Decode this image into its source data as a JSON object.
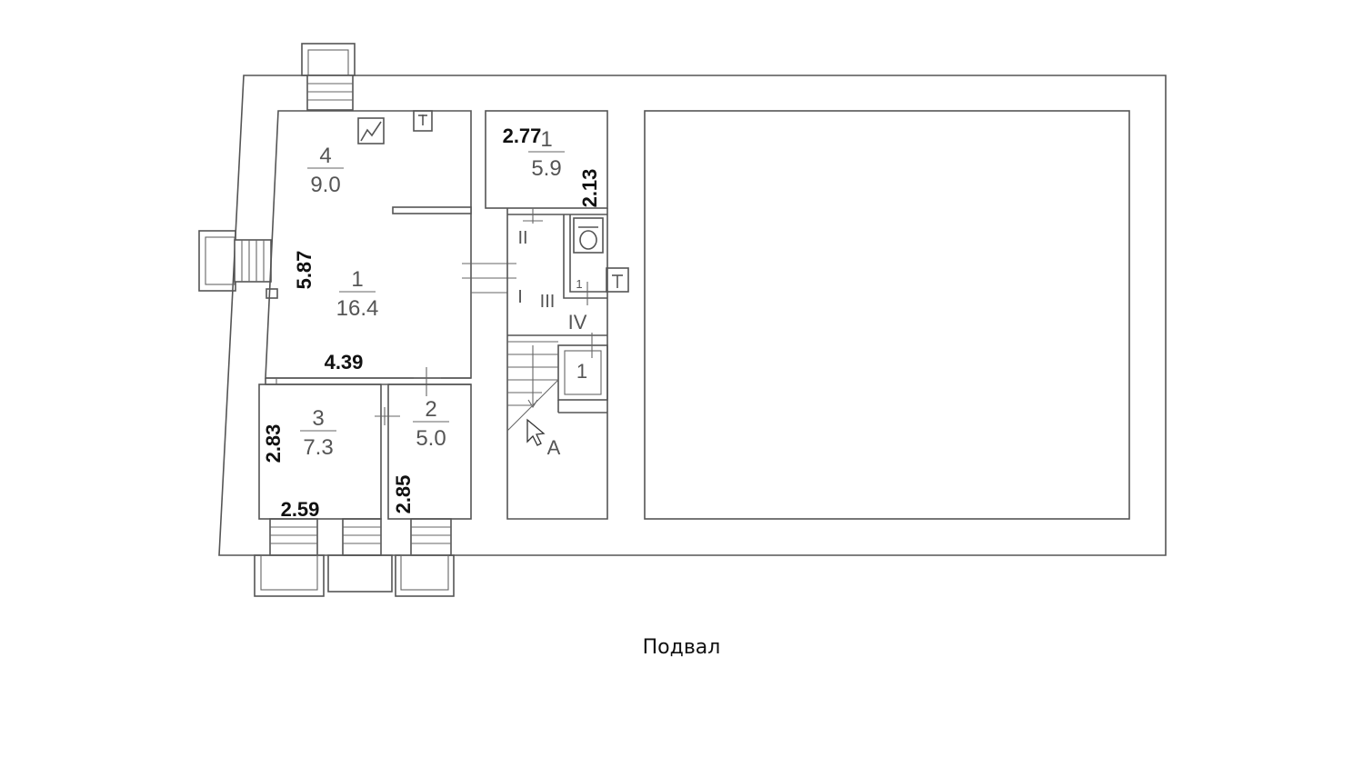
{
  "floor_title": "Подвал",
  "rooms": [
    {
      "id": "room-4",
      "number": "4",
      "area": "9.0"
    },
    {
      "id": "room-1",
      "number": "1",
      "area": "16.4"
    },
    {
      "id": "room-3",
      "number": "3",
      "area": "7.3"
    },
    {
      "id": "room-2",
      "number": "2",
      "area": "5.0"
    },
    {
      "id": "room-1b",
      "number": "1",
      "area": "5.9"
    }
  ],
  "dimensions": [
    "5.87",
    "4.39",
    "2.83",
    "2.59",
    "2.85",
    "2.77",
    "2.13"
  ],
  "zones": [
    "II",
    "I",
    "III",
    "IV",
    "1",
    "1",
    "A"
  ],
  "icons": [
    "ventilation-icon",
    "riser-icon",
    "toilet-icon",
    "meter-icon",
    "cursor-icon",
    "stairs-icon"
  ]
}
